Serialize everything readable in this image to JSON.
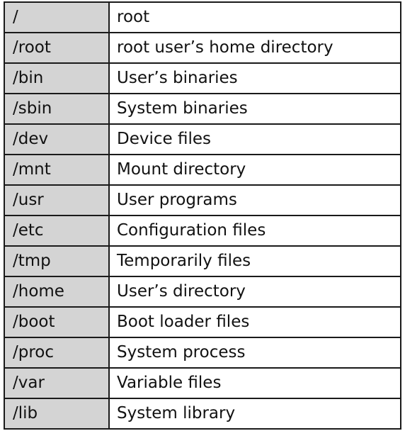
{
  "table": {
    "rows": [
      {
        "path": "/",
        "description": "root"
      },
      {
        "path": "/root",
        "description": "root user’s home directory"
      },
      {
        "path": "/bin",
        "description": "User’s binaries"
      },
      {
        "path": "/sbin",
        "description": "System binaries"
      },
      {
        "path": "/dev",
        "description": "Device files"
      },
      {
        "path": "/mnt",
        "description": "Mount directory"
      },
      {
        "path": "/usr",
        "description": "User programs"
      },
      {
        "path": "/etc",
        "description": "Configuration files"
      },
      {
        "path": "/tmp",
        "description": "Temporarily files"
      },
      {
        "path": "/home",
        "description": "User’s directory"
      },
      {
        "path": "/boot",
        "description": "Boot loader files"
      },
      {
        "path": "/proc",
        "description": "System process"
      },
      {
        "path": "/var",
        "description": "Variable files"
      },
      {
        "path": "/lib",
        "description": "System library"
      }
    ]
  },
  "colors": {
    "path_cell_background": "#d4d4d4",
    "description_cell_background": "#ffffff",
    "border": "#1a1a1a"
  }
}
